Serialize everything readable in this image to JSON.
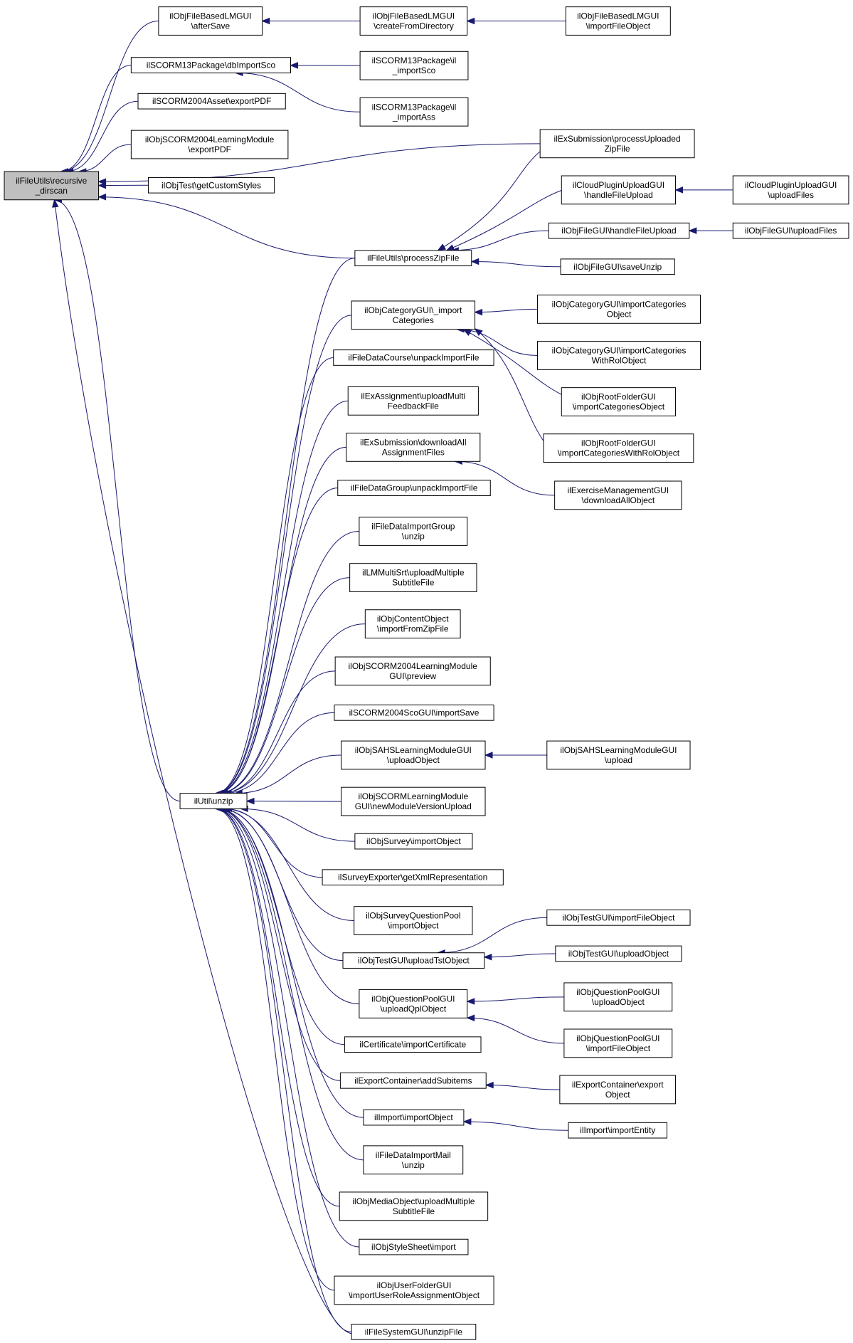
{
  "diagram": {
    "edge_color": "#191970",
    "root_fill": "#bfbfbf",
    "nodes": [
      {
        "id": "recursive_dirscan",
        "lines": [
          "ilFileUtils\\recursive",
          "_dirscan"
        ]
      },
      {
        "id": "lmgui_aftersave",
        "lines": [
          "ilObjFileBasedLMGUI",
          "\\afterSave"
        ]
      },
      {
        "id": "lmgui_createfromdirectory",
        "lines": [
          "ilObjFileBasedLMGUI",
          "\\createFromDirectory"
        ]
      },
      {
        "id": "lmgui_importfileobject",
        "lines": [
          "ilObjFileBasedLMGUI",
          "\\importFileObject"
        ]
      },
      {
        "id": "scorm13_dbimportsco",
        "lines": [
          "ilSCORM13Package\\dbImportSco"
        ]
      },
      {
        "id": "scorm13_importsco",
        "lines": [
          "ilSCORM13Package\\il",
          "_importSco"
        ]
      },
      {
        "id": "scorm13_importass",
        "lines": [
          "ilSCORM13Package\\il",
          "_importAss"
        ]
      },
      {
        "id": "scorm2004asset_exportpdf",
        "lines": [
          "ilSCORM2004Asset\\exportPDF"
        ]
      },
      {
        "id": "scorm2004lm_exportpdf",
        "lines": [
          "ilObjSCORM2004LearningModule",
          "\\exportPDF"
        ]
      },
      {
        "id": "objtest_getcustomstyles",
        "lines": [
          "ilObjTest\\getCustomStyles"
        ]
      },
      {
        "id": "exsub_processuploadedzipfile",
        "lines": [
          "ilExSubmission\\processUploaded",
          "ZipFile"
        ]
      },
      {
        "id": "cloudplugin_handlefileupload",
        "lines": [
          "ilCloudPluginUploadGUI",
          "\\handleFileUpload"
        ]
      },
      {
        "id": "cloudplugin_uploadfiles",
        "lines": [
          "ilCloudPluginUploadGUI",
          "\\uploadFiles"
        ]
      },
      {
        "id": "objfilegui_handlefileupload",
        "lines": [
          "ilObjFileGUI\\handleFileUpload"
        ]
      },
      {
        "id": "objfilegui_uploadfiles",
        "lines": [
          "ilObjFileGUI\\uploadFiles"
        ]
      },
      {
        "id": "fileutils_processzipfile",
        "lines": [
          "ilFileUtils\\processZipFile"
        ]
      },
      {
        "id": "objfilegui_saveunzip",
        "lines": [
          "ilObjFileGUI\\saveUnzip"
        ]
      },
      {
        "id": "catgui_import_categories",
        "lines": [
          "ilObjCategoryGUI\\_import",
          "Categories"
        ]
      },
      {
        "id": "catgui_importcategoriesobject",
        "lines": [
          "ilObjCategoryGUI\\importCategories",
          "Object"
        ]
      },
      {
        "id": "catgui_importcategorieswithrolobject",
        "lines": [
          "ilObjCategoryGUI\\importCategories",
          "WithRolObject"
        ]
      },
      {
        "id": "rootfolder_importcategoriesobject",
        "lines": [
          "ilObjRootFolderGUI",
          "\\importCategoriesObject"
        ]
      },
      {
        "id": "rootfolder_importcategorieswithrolobject",
        "lines": [
          "ilObjRootFolderGUI",
          "\\importCategoriesWithRolObject"
        ]
      },
      {
        "id": "filedatacourse_unpackimportfile",
        "lines": [
          "ilFileDataCourse\\unpackImportFile"
        ]
      },
      {
        "id": "exassignment_uploadmultifeedbackfile",
        "lines": [
          "ilExAssignment\\uploadMulti",
          "FeedbackFile"
        ]
      },
      {
        "id": "exsub_downloadallassignmentfiles",
        "lines": [
          "ilExSubmission\\downloadAll",
          "AssignmentFiles"
        ]
      },
      {
        "id": "exmgmt_downloadallobject",
        "lines": [
          "ilExerciseManagementGUI",
          "\\downloadAllObject"
        ]
      },
      {
        "id": "filedatagroup_unpackimportfile",
        "lines": [
          "ilFileDataGroup\\unpackImportFile"
        ]
      },
      {
        "id": "filedataimportgroup_unzip",
        "lines": [
          "ilFileDataImportGroup",
          "\\unzip"
        ]
      },
      {
        "id": "lmmultisrt_uploadmultiplesubtitlefile",
        "lines": [
          "ilLMMultiSrt\\uploadMultiple",
          "SubtitleFile"
        ]
      },
      {
        "id": "objcontentobject_importfromzipfile",
        "lines": [
          "ilObjContentObject",
          "\\importFromZipFile"
        ]
      },
      {
        "id": "scorm2004lmgui_preview",
        "lines": [
          "ilObjSCORM2004LearningModule",
          "GUI\\preview"
        ]
      },
      {
        "id": "scorm2004scogui_importsave",
        "lines": [
          "ilSCORM2004ScoGUI\\importSave"
        ]
      },
      {
        "id": "sahslmgui_uploadobject",
        "lines": [
          "ilObjSAHSLearningModuleGUI",
          "\\uploadObject"
        ]
      },
      {
        "id": "sahslmgui_upload",
        "lines": [
          "ilObjSAHSLearningModuleGUI",
          "\\upload"
        ]
      },
      {
        "id": "util_unzip",
        "lines": [
          "ilUtil\\unzip"
        ]
      },
      {
        "id": "scormlmgui_newmoduleversionupload",
        "lines": [
          "ilObjSCORMLearningModule",
          "GUI\\newModuleVersionUpload"
        ]
      },
      {
        "id": "objsurvey_importobject",
        "lines": [
          "ilObjSurvey\\importObject"
        ]
      },
      {
        "id": "surveyexporter_getxmlrepresentation",
        "lines": [
          "ilSurveyExporter\\getXmlRepresentation"
        ]
      },
      {
        "id": "surveyquestionpool_importobject",
        "lines": [
          "ilObjSurveyQuestionPool",
          "\\importObject"
        ]
      },
      {
        "id": "testgui_importfileobject",
        "lines": [
          "ilObjTestGUI\\importFileObject"
        ]
      },
      {
        "id": "testgui_uploadtstobject",
        "lines": [
          "ilObjTestGUI\\uploadTstObject"
        ]
      },
      {
        "id": "testgui_uploadobject",
        "lines": [
          "ilObjTestGUI\\uploadObject"
        ]
      },
      {
        "id": "qplgui_uploadqplobject",
        "lines": [
          "ilObjQuestionPoolGUI",
          "\\uploadQplObject"
        ]
      },
      {
        "id": "qplgui_uploadobject",
        "lines": [
          "ilObjQuestionPoolGUI",
          "\\uploadObject"
        ]
      },
      {
        "id": "qplgui_importfileobject",
        "lines": [
          "ilObjQuestionPoolGUI",
          "\\importFileObject"
        ]
      },
      {
        "id": "certificate_importcertificate",
        "lines": [
          "ilCertificate\\importCertificate"
        ]
      },
      {
        "id": "exportcontainer_addsubitems",
        "lines": [
          "ilExportContainer\\addSubitems"
        ]
      },
      {
        "id": "exportcontainer_exportobject",
        "lines": [
          "ilExportContainer\\export",
          "Object"
        ]
      },
      {
        "id": "import_importobject",
        "lines": [
          "ilImport\\importObject"
        ]
      },
      {
        "id": "import_importentity",
        "lines": [
          "ilImport\\importEntity"
        ]
      },
      {
        "id": "filedataimportmail_unzip",
        "lines": [
          "ilFileDataImportMail",
          "\\unzip"
        ]
      },
      {
        "id": "mediaobject_uploadmultiplesubtitlefile",
        "lines": [
          "ilObjMediaObject\\uploadMultiple",
          "SubtitleFile"
        ]
      },
      {
        "id": "stylesheet_import",
        "lines": [
          "ilObjStyleSheet\\import"
        ]
      },
      {
        "id": "userfoldergui_importuserroleassignmentobject",
        "lines": [
          "ilObjUserFolderGUI",
          "\\importUserRoleAssignmentObject"
        ]
      },
      {
        "id": "filesystemgui_unzipfile",
        "lines": [
          "ilFileSystemGUI\\unzipFile"
        ]
      }
    ],
    "edges": [
      [
        "lmgui_aftersave",
        "recursive_dirscan"
      ],
      [
        "scorm13_dbimportsco",
        "recursive_dirscan"
      ],
      [
        "scorm2004asset_exportpdf",
        "recursive_dirscan"
      ],
      [
        "scorm2004lm_exportpdf",
        "recursive_dirscan"
      ],
      [
        "objtest_getcustomstyles",
        "recursive_dirscan"
      ],
      [
        "exsub_processuploadedzipfile",
        "recursive_dirscan"
      ],
      [
        "fileutils_processzipfile",
        "recursive_dirscan"
      ],
      [
        "util_unzip",
        "recursive_dirscan"
      ],
      [
        "filesystemgui_unzipfile",
        "recursive_dirscan"
      ],
      [
        "lmgui_createfromdirectory",
        "lmgui_aftersave"
      ],
      [
        "lmgui_importfileobject",
        "lmgui_createfromdirectory"
      ],
      [
        "scorm13_importsco",
        "scorm13_dbimportsco"
      ],
      [
        "scorm13_importass",
        "scorm13_dbimportsco"
      ],
      [
        "exsub_processuploadedzipfile",
        "fileutils_processzipfile"
      ],
      [
        "cloudplugin_handlefileupload",
        "fileutils_processzipfile"
      ],
      [
        "objfilegui_handlefileupload",
        "fileutils_processzipfile"
      ],
      [
        "objfilegui_saveunzip",
        "fileutils_processzipfile"
      ],
      [
        "cloudplugin_uploadfiles",
        "cloudplugin_handlefileupload"
      ],
      [
        "objfilegui_uploadfiles",
        "objfilegui_handlefileupload"
      ],
      [
        "catgui_importcategoriesobject",
        "catgui_import_categories"
      ],
      [
        "catgui_importcategorieswithrolobject",
        "catgui_import_categories"
      ],
      [
        "rootfolder_importcategoriesobject",
        "catgui_import_categories"
      ],
      [
        "rootfolder_importcategorieswithrolobject",
        "catgui_import_categories"
      ],
      [
        "exmgmt_downloadallobject",
        "exsub_downloadallassignmentfiles"
      ],
      [
        "sahslmgui_upload",
        "sahslmgui_uploadobject"
      ],
      [
        "testgui_importfileobject",
        "testgui_uploadtstobject"
      ],
      [
        "testgui_uploadobject",
        "testgui_uploadtstobject"
      ],
      [
        "qplgui_uploadobject",
        "qplgui_uploadqplobject"
      ],
      [
        "qplgui_importfileobject",
        "qplgui_uploadqplobject"
      ],
      [
        "exportcontainer_exportobject",
        "exportcontainer_addsubitems"
      ],
      [
        "import_importentity",
        "import_importobject"
      ],
      [
        "fileutils_processzipfile",
        "util_unzip"
      ],
      [
        "catgui_import_categories",
        "util_unzip"
      ],
      [
        "filedatacourse_unpackimportfile",
        "util_unzip"
      ],
      [
        "exassignment_uploadmultifeedbackfile",
        "util_unzip"
      ],
      [
        "exsub_downloadallassignmentfiles",
        "util_unzip"
      ],
      [
        "filedatagroup_unpackimportfile",
        "util_unzip"
      ],
      [
        "filedataimportgroup_unzip",
        "util_unzip"
      ],
      [
        "lmmultisrt_uploadmultiplesubtitlefile",
        "util_unzip"
      ],
      [
        "objcontentobject_importfromzipfile",
        "util_unzip"
      ],
      [
        "scorm2004lmgui_preview",
        "util_unzip"
      ],
      [
        "scorm2004scogui_importsave",
        "util_unzip"
      ],
      [
        "sahslmgui_uploadobject",
        "util_unzip"
      ],
      [
        "scormlmgui_newmoduleversionupload",
        "util_unzip"
      ],
      [
        "objsurvey_importobject",
        "util_unzip"
      ],
      [
        "surveyexporter_getxmlrepresentation",
        "util_unzip"
      ],
      [
        "surveyquestionpool_importobject",
        "util_unzip"
      ],
      [
        "testgui_uploadtstobject",
        "util_unzip"
      ],
      [
        "qplgui_uploadqplobject",
        "util_unzip"
      ],
      [
        "certificate_importcertificate",
        "util_unzip"
      ],
      [
        "exportcontainer_addsubitems",
        "util_unzip"
      ],
      [
        "import_importobject",
        "util_unzip"
      ],
      [
        "filedataimportmail_unzip",
        "util_unzip"
      ],
      [
        "mediaobject_uploadmultiplesubtitlefile",
        "util_unzip"
      ],
      [
        "stylesheet_import",
        "util_unzip"
      ],
      [
        "userfoldergui_importuserroleassignmentobject",
        "util_unzip"
      ],
      [
        "filesystemgui_unzipfile",
        "util_unzip"
      ]
    ]
  }
}
